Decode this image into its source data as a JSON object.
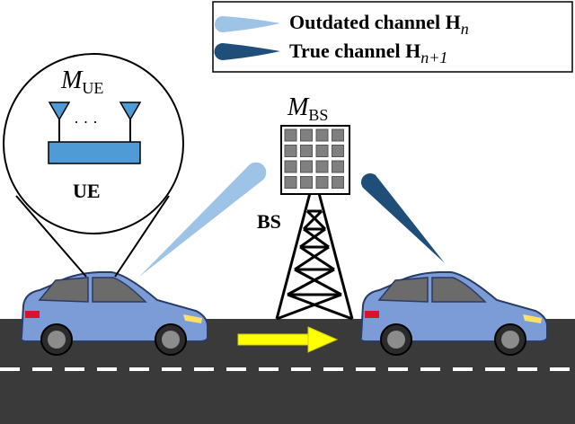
{
  "legend": {
    "outdated_text": "Outdated channel H",
    "outdated_sub": "n",
    "true_text": "True channel H",
    "true_sub": "n+1"
  },
  "ue_bubble": {
    "antenna_symbol": "M",
    "antenna_sub": "UE",
    "dots": "· · ·",
    "label": "UE"
  },
  "base_station": {
    "antenna_symbol": "M",
    "antenna_sub": "BS",
    "label": "BS"
  },
  "colors": {
    "outdated_beam": "#9dc3e6",
    "true_beam": "#1f4e79",
    "car_body": "#7b9cd6",
    "road": "#3a3a3a",
    "arrow": "#ffff00",
    "ue_panel": "#4f9bd6",
    "bs_panel": "#808080"
  }
}
